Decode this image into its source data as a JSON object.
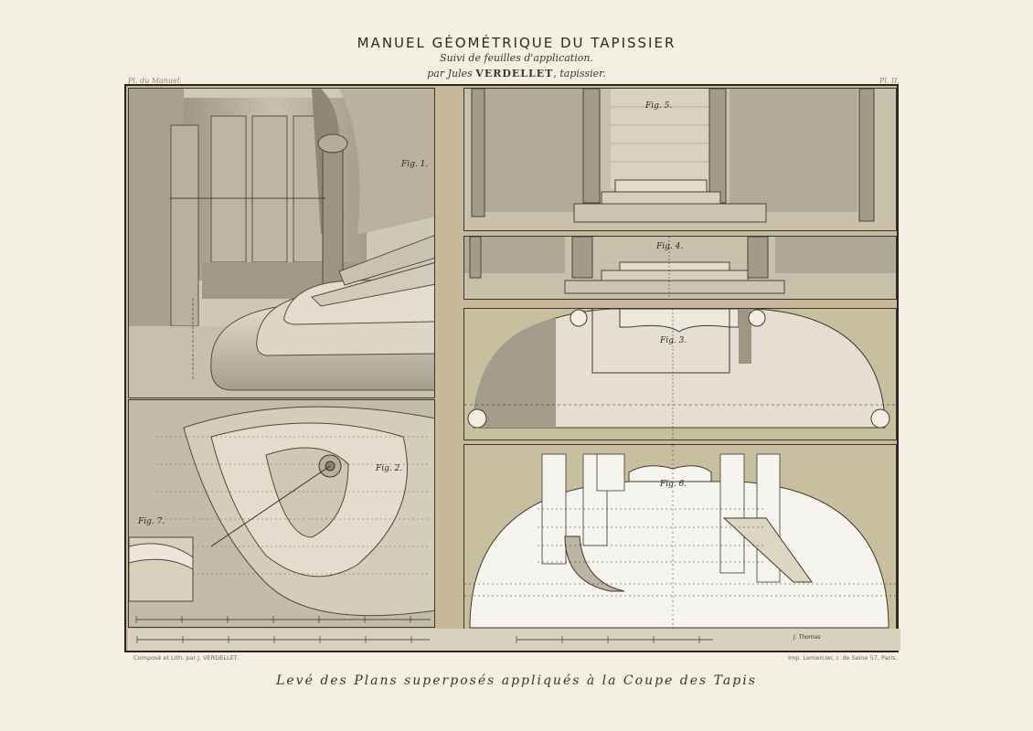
{
  "header": {
    "title": "MANUEL GÉOMÉTRIQUE DU TAPISSIER",
    "subtitle": "Suivi de feuilles d'application.",
    "author_prefix": "par Jules",
    "author_name": "VERDELLET",
    "author_suffix": ", tapissier."
  },
  "plate": {
    "left_corner": "Pl. du Manuel.",
    "right_corner": "Pl. II."
  },
  "figures": {
    "fig1": "Fig. 1.",
    "fig2": "Fig. 2.",
    "fig3": "Fig. 3.",
    "fig4": "Fig. 4.",
    "fig5": "Fig. 5.",
    "fig6": "Fig. 6.",
    "fig7": "Fig. 7."
  },
  "scale_signature": "J. Thomas",
  "footer": {
    "left_credit": "Composé et Lith. par J. VERDELLET.",
    "right_credit": "Imp. Lemercier, r. de Seine 57, Paris.",
    "caption": "Levé des Plans   superposés appliqués à la Coupe des Tapis"
  },
  "colors": {
    "paper": "#f3efe2",
    "tint": "#c8b99a",
    "ink": "#2a261f",
    "marble": "#bdb5a1",
    "wall": "#d8d0bc"
  }
}
